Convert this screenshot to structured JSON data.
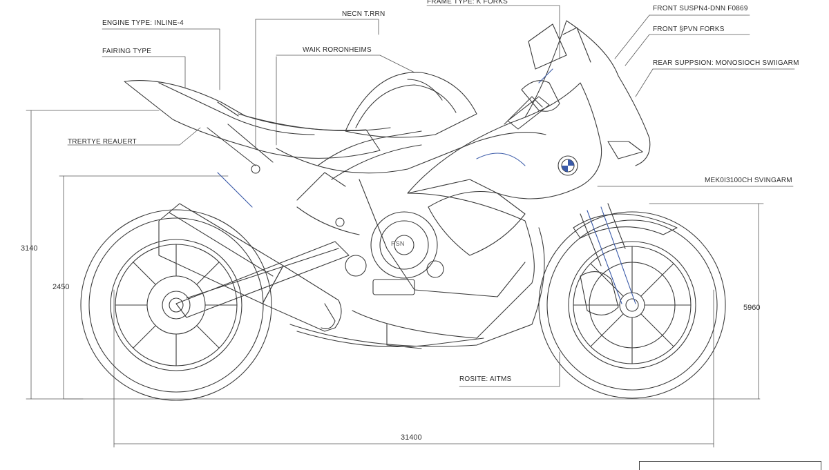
{
  "labels": {
    "engine_type": "ENGINE TYPE: INLINE-4",
    "fairing_type": "FAIRING TYPE",
    "frame_type_rear": "TRERTYE REAUERT",
    "neck_turn": "NECN T.RRN",
    "frame_type_forks": "FRAME TYPE: K FORKS",
    "tank_label": "WAIK RORONHEIMS",
    "front_suspension": "FRONT SUSPN4-DNN F0869",
    "front_forks": "FRONT §PVN FORKS",
    "rear_suspension": "REAR SUPPSION: MONOSIOCH SWIIGARM",
    "mono_swingarm": "MEK0I3100CH SVINGARM",
    "bottom_label": "ROSITE: AITMS"
  },
  "dimensions": {
    "overall_height": "3140",
    "seat_height": "2450",
    "front_height": "5960",
    "wheelbase": "31400"
  },
  "brand": {
    "logo": "bmw-roundel",
    "engine_cover_text": "RSN"
  },
  "colors": {
    "line": "#3a3a3a",
    "accent": "#3a5aa8",
    "background": "#ffffff"
  }
}
